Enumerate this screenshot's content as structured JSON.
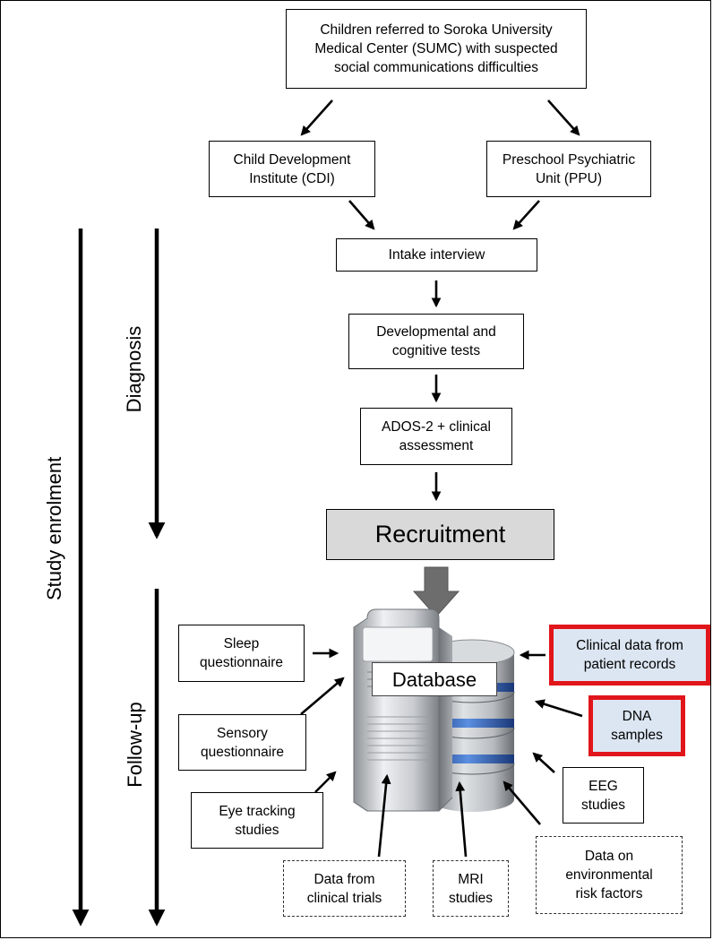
{
  "nodes": {
    "referral": "Children referred to Soroka University\nMedical Center (SUMC) with suspected\nsocial communications difficulties",
    "cdi": "Child Development\nInstitute (CDI)",
    "ppu": "Preschool Psychiatric\nUnit (PPU)",
    "intake": "Intake interview",
    "dev_tests": "Developmental and\ncognitive tests",
    "ados": "ADOS-2 + clinical\nassessment",
    "recruitment": "Recruitment",
    "database": "Database",
    "sleep": "Sleep\nquestionnaire",
    "sensory": "Sensory\nquestionnaire",
    "eye_tracking": "Eye tracking\nstudies",
    "clinical_trials": "Data from\nclinical trials",
    "mri": "MRI\nstudies",
    "environmental": "Data on\nenvironmental\nrisk factors",
    "eeg": "EEG\nstudies",
    "dna": "DNA\nsamples",
    "clinical_records": "Clinical data from\npatient records"
  },
  "phases": {
    "study_enrolment": "Study enrolment",
    "diagnosis": "Diagnosis",
    "follow_up": "Follow-up"
  },
  "colors": {
    "highlight_border": "#e1161b",
    "highlight_fill": "#dce6f2",
    "recruitment_fill": "#d9d9d9",
    "arrow": "#000000",
    "big_arrow": "#6d6d6d"
  }
}
